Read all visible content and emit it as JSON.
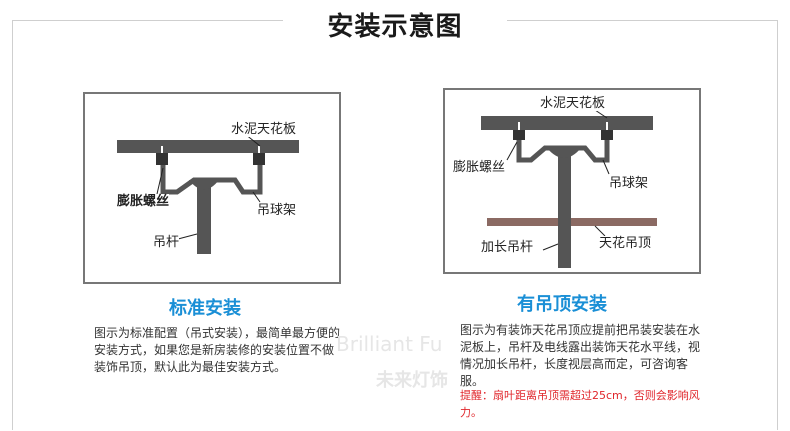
{
  "header": {
    "title": "安装示意图"
  },
  "left_panel": {
    "labels": {
      "slab": "水泥天花板",
      "bolt": "膨胀螺丝",
      "bracket": "吊球架",
      "rod": "吊杆"
    },
    "heading": "标准安装",
    "description": "图示为标准配置（吊式安装），最简单最方便的安装方式，如果您是新房装修的安装位置不做装饰吊顶，默认此为最佳安装方式。"
  },
  "right_panel": {
    "labels": {
      "slab": "水泥天花板",
      "bolt": "膨胀螺丝",
      "bracket": "吊球架",
      "rod": "加长吊杆",
      "ceiling": "天花吊顶"
    },
    "heading": "有吊顶安装",
    "description": "图示为有装饰天花吊顶应提前把吊装安装在水泥板上，吊杆及电线露出装饰天花水平线，视情况加长吊杆，长度视层高而定，可咨询客服。",
    "warning": "提醒：扇叶距离吊顶需超过25cm，否则会影响风力。"
  },
  "watermark": {
    "line1": "Brilliant Fu",
    "line2": "未来灯饰"
  },
  "colors": {
    "heading": "#1a8fd6",
    "warning": "#e0262b",
    "slab": "#555555",
    "ceiling": "#8b6a63",
    "frame": "#777777"
  }
}
